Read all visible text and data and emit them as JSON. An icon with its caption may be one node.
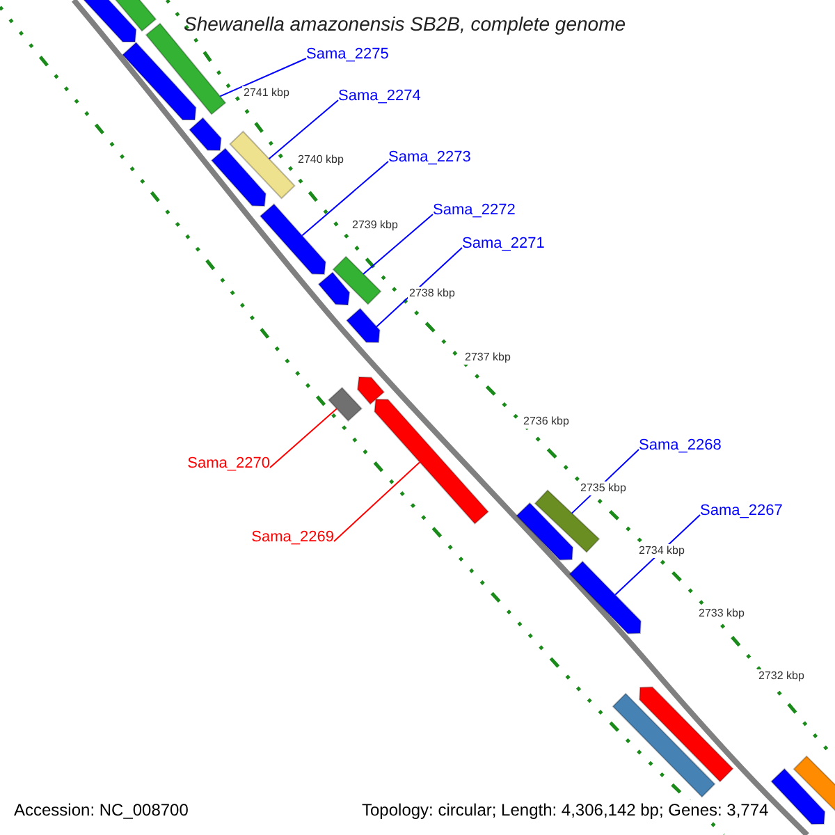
{
  "diagram": {
    "title": "Shewanella amazonensis SB2B, complete genome",
    "nodes": [
      {
        "text": [
          "Sama_2275"
        ]
      },
      {
        "text": [
          "Sama_2274"
        ]
      },
      {
        "text": [
          "Sama_2273"
        ]
      },
      {
        "text": [
          "Sama_2272"
        ]
      },
      {
        "text": [
          "Sama_2271"
        ]
      },
      {
        "text": [
          "Sama_2268"
        ]
      },
      {
        "text": [
          "Sama_2270"
        ]
      },
      {
        "text": [
          "Sama_2267"
        ]
      },
      {
        "text": [
          "Sama_2269"
        ]
      },
      {
        "text": [],
        "shape": "bar"
      },
      {
        "text": [],
        "shape": "bar"
      },
      {
        "text": [],
        "shape": "bar"
      },
      {
        "text": [],
        "shape": "bar"
      },
      {
        "text": [],
        "shape": "bar"
      },
      {
        "text": [],
        "shape": "bar"
      },
      {
        "text": [],
        "shape": "bar"
      },
      {
        "text": [],
        "shape": "bar"
      },
      {
        "text": [],
        "shape": "bar"
      },
      {
        "text": [],
        "shape": "bar"
      },
      {
        "text": [],
        "shape": "bar"
      },
      {
        "text": [],
        "shape": "bar"
      },
      {
        "text": [],
        "shape": "bar"
      },
      {
        "text": [],
        "shape": "bar"
      },
      {
        "text": [],
        "shape": "bar"
      },
      {
        "text": [],
        "shape": "bar"
      },
      {
        "text": [],
        "shape": "bar"
      },
      {
        "text": [],
        "shape": "bar"
      },
      {
        "text": [],
        "shape": "bar"
      },
      {
        "text": [],
        "shape": "bar"
      },
      {
        "text": [],
        "shape": "bar"
      }
    ],
    "edges": [
      {
        "from": 0,
        "to": 11,
        "arrow": "none"
      },
      {
        "from": 1,
        "to": 14,
        "arrow": "none"
      },
      {
        "from": 2,
        "to": 16,
        "arrow": "none"
      },
      {
        "from": 3,
        "to": 17,
        "arrow": "none"
      },
      {
        "from": 4,
        "to": 19,
        "arrow": "none"
      },
      {
        "from": 5,
        "to": 23,
        "arrow": "none"
      },
      {
        "from": 6,
        "to": 21,
        "arrow": "none",
        "color": "#ff0000"
      },
      {
        "from": 7,
        "to": 25,
        "arrow": "none"
      },
      {
        "from": 8,
        "to": 22,
        "arrow": "none",
        "color": "#ff0000"
      }
    ],
    "labels": [
      "2741 kbp",
      "2740 kbp",
      "2739 kbp",
      "2738 kbp",
      "2737 kbp",
      "2736 kbp",
      "2735 kbp",
      "2734 kbp",
      "2733 kbp",
      "2732 kbp",
      "Accession: NC_008700",
      "Topology: circular; Length: 4,306,142 bp; Genes: 3,774"
    ]
  }
}
